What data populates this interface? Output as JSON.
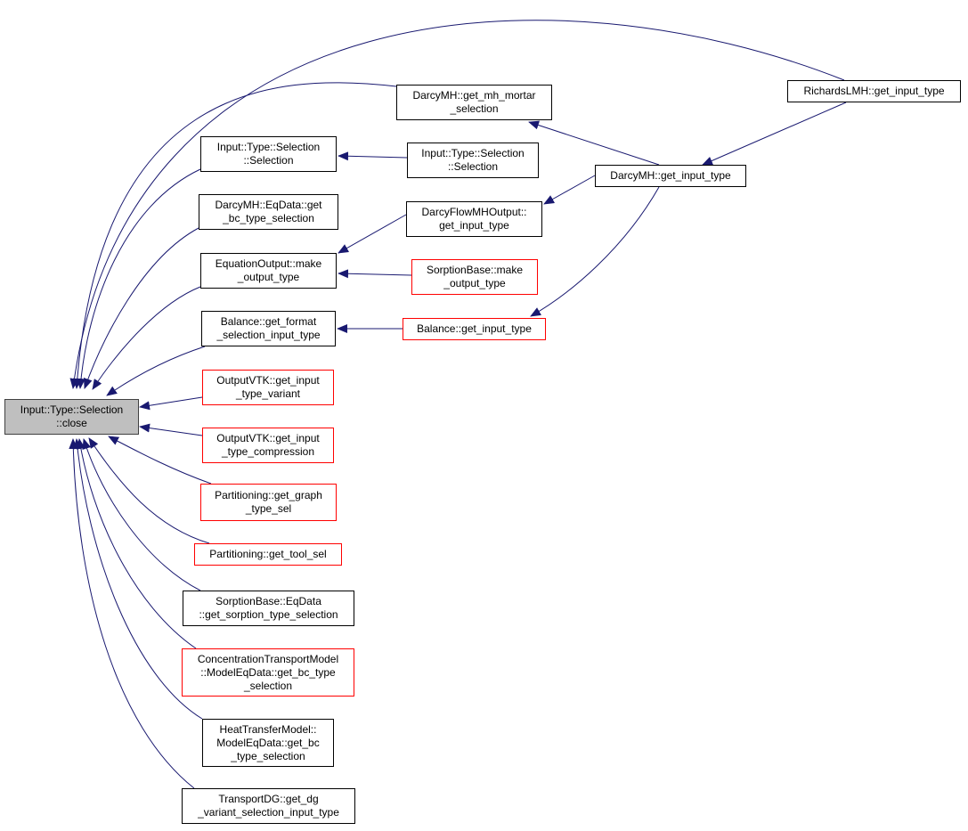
{
  "colors": {
    "edge": "#191970",
    "root_fill": "#bfbfbf",
    "incomplete_border": "#ff0000",
    "normal_border": "#000000"
  },
  "nodes": {
    "root": [
      "Input::Type::Selection",
      "::close"
    ],
    "sel1": [
      "Input::Type::Selection",
      "::Selection"
    ],
    "eqdata": [
      "DarcyMH::EqData::get",
      "_bc_type_selection"
    ],
    "eqout": [
      "EquationOutput::make",
      "_output_type"
    ],
    "balfmt": [
      "Balance::get_format",
      "_selection_input_type"
    ],
    "vtkvar": [
      "OutputVTK::get_input",
      "_type_variant"
    ],
    "vtkcomp": [
      "OutputVTK::get_input",
      "_type_compression"
    ],
    "partgraph": [
      "Partitioning::get_graph",
      "_type_sel"
    ],
    "parttool": [
      "Partitioning::get_tool_sel"
    ],
    "sorpeq": [
      "SorptionBase::EqData",
      "::get_sorption_type_selection"
    ],
    "conc": [
      "ConcentrationTransportModel",
      "::ModelEqData::get_bc_type",
      "_selection"
    ],
    "heat": [
      "HeatTransferModel::",
      "ModelEqData::get_bc",
      "_type_selection"
    ],
    "transdg": [
      "TransportDG::get_dg",
      "_variant_selection_input_type"
    ],
    "mortar": [
      "DarcyMH::get_mh_mortar",
      "_selection"
    ],
    "sel2": [
      "Input::Type::Selection",
      "::Selection"
    ],
    "flowout": [
      "DarcyFlowMHOutput::",
      "get_input_type"
    ],
    "sorpmake": [
      "SorptionBase::make",
      "_output_type"
    ],
    "balinput": [
      "Balance::get_input_type"
    ],
    "darcyinput": [
      "DarcyMH::get_input_type"
    ],
    "richards": [
      "RichardsLMH::get_input_type"
    ]
  }
}
